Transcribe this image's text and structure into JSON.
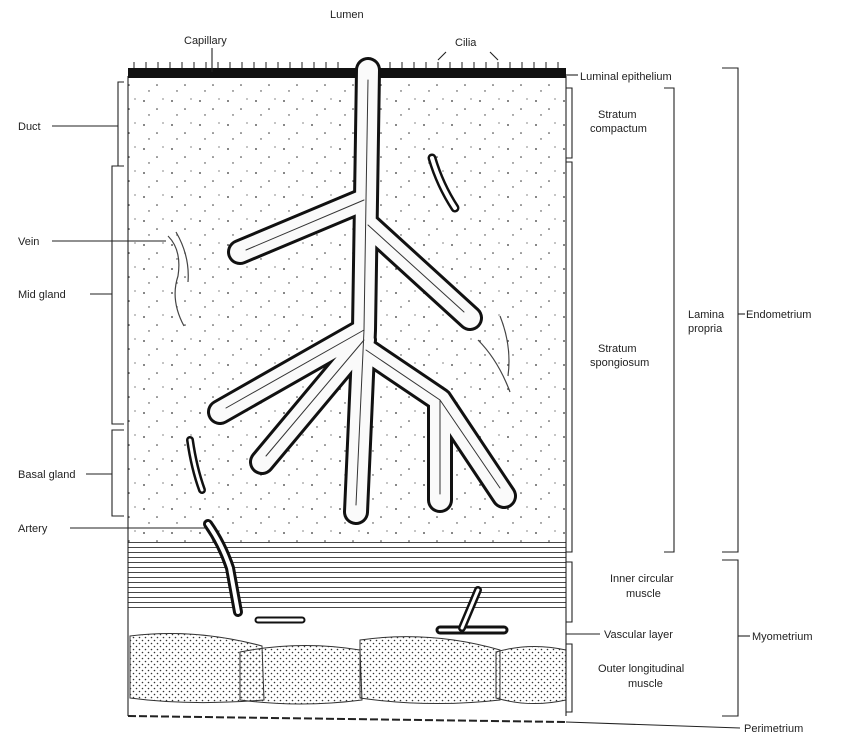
{
  "labels": {
    "lumen": "Lumen",
    "capillary": "Capillary",
    "cilia": "Cilia",
    "luminal_epithelium": "Luminal epithelium",
    "duct": "Duct",
    "vein": "Vein",
    "mid_gland": "Mid gland",
    "basal_gland": "Basal gland",
    "artery": "Artery",
    "stratum_compactum": [
      "Stratum",
      "compactum"
    ],
    "stratum_spongiosum": [
      "Stratum",
      "spongiosum"
    ],
    "lamina_propria": [
      "Lamina",
      "propria"
    ],
    "endometrium": "Endometrium",
    "inner_circular_muscle": [
      "Inner circular",
      "muscle"
    ],
    "vascular_layer": "Vascular layer",
    "outer_longitudinal_muscle": [
      "Outer longitudinal",
      "muscle"
    ],
    "myometrium": "Myometrium",
    "perimetrium": "Perimetrium"
  },
  "colors": {
    "ink": "#222222",
    "background": "#ffffff",
    "gland_outline": "#111111"
  }
}
